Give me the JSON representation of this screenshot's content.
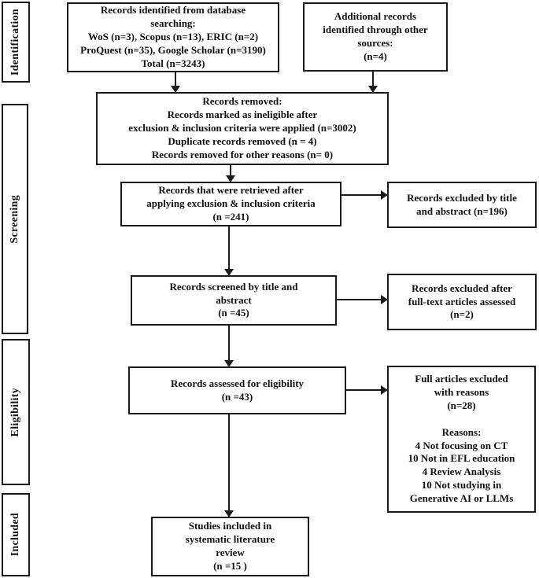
{
  "stages": {
    "identification": "Identification",
    "screening": "Screening",
    "eligibility": "Eligibility",
    "included": "Included"
  },
  "boxes": {
    "database_search": "Records identified from database\nsearching:\nWoS (n=3), Scopus (n=13), ERIC (n=2)\nProQuest (n=35), Google Scholar (n=3190)\nTotal (n=3243)",
    "additional_sources": "Additional records\nidentified through other\nsources:\n(n=4)",
    "records_removed": "Records removed:\nRecords marked as ineligible after\nexclusion & inclusion criteria were applied (n=3002)\nDuplicate records removed (n = 4)\nRecords removed for other reasons (n= 0)",
    "records_retrieved": "Records that were retrieved after\napplying exclusion & inclusion criteria\n(n =241)",
    "excluded_title_abstract": "Records excluded by title\nand abstract (n=196)",
    "records_screened": "Records screened by title and\nabstract\n(n =45)",
    "excluded_fulltext": "Records excluded after\nfull-text articles assessed\n(n=2)",
    "records_assessed": "Records assessed for eligibility\n(n =43)",
    "full_articles_excluded": "Full articles excluded\nwith reasons\n(n=28)\n\nReasons:\n4 Not focusing on CT\n10 Not in EFL education\n4 Review Analysis\n10 Not studying in\nGenerative AI or LLMs",
    "studies_included": "Studies included in\nsystematic literature\nreview\n(n =15 )"
  },
  "colors": {
    "line": "#1a1a1a",
    "text": "#111111",
    "background": "#ffffff"
  }
}
